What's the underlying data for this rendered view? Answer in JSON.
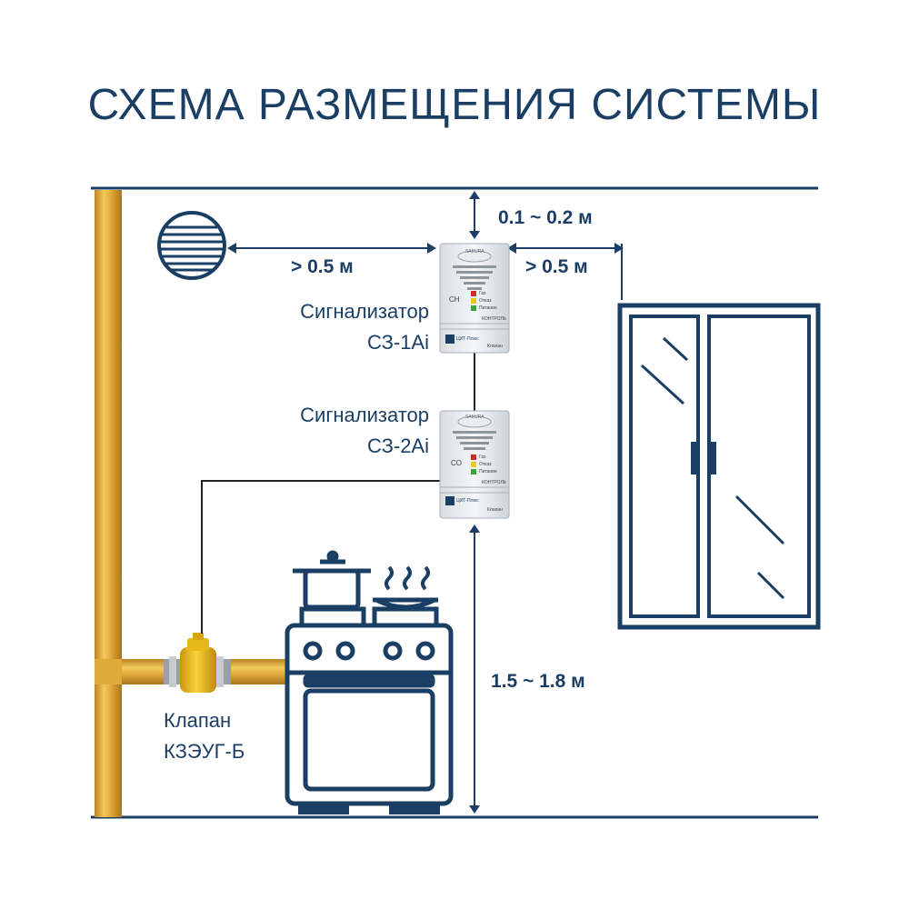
{
  "title": "СХЕМА РАЗМЕЩЕНИЯ СИСТЕМЫ",
  "dimensions": {
    "ceiling_gap": "0.1 ~ 0.2 м",
    "vent_gap": "> 0.5 м",
    "window_gap": "> 0.5 м",
    "floor_height": "1.5 ~ 1.8 м"
  },
  "devices": [
    {
      "label_line1": "Сигнализатор",
      "label_line2": "СЗ-1Аi",
      "gas_code": "CH",
      "indicators": [
        "Газ",
        "Отказ",
        "Питание"
      ],
      "control_label": "КОНТРОЛЬ",
      "brand": "ЦИТ-Плюс",
      "bottom_label": "Клапан",
      "logo_text": "SAKURA"
    },
    {
      "label_line1": "Сигнализатор",
      "label_line2": "СЗ-2Аi",
      "gas_code": "CO",
      "indicators": [
        "Газ",
        "Отказ",
        "Питание"
      ],
      "control_label": "КОНТРОЛЬ",
      "brand": "ЦИТ-Плюс",
      "bottom_label": "Клапан",
      "logo_text": "SAKURA"
    }
  ],
  "valve": {
    "label_line1": "Клапан",
    "label_line2": "КЗЭУГ-Б"
  },
  "colors": {
    "outline": "#1b3f64",
    "pipe": "#e0aa3a",
    "pipe_dark": "#b98325",
    "valve": "#f2c018",
    "led_red": "#d02a25",
    "led_yellow": "#e8c91c",
    "led_green": "#34a83b"
  },
  "icons": [
    "vent-icon",
    "window-icon",
    "stove-icon",
    "pot-icon",
    "pan-icon",
    "steam-icon",
    "gas-pipe",
    "gas-valve"
  ]
}
